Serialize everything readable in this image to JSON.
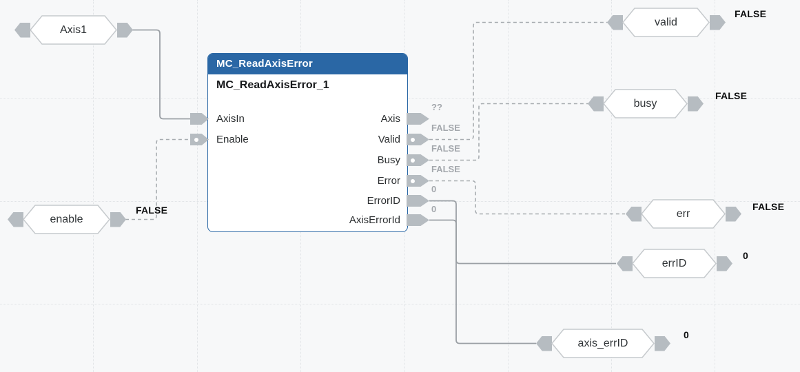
{
  "editor": {
    "language": "FBD",
    "colors": {
      "background": "#f7f8f9",
      "block_header": "#2a67a5",
      "block_border": "#2a67a5",
      "pin_gray": "#b6bcc1",
      "wire_solid": "#9ba0a5",
      "wire_dashed": "#a7acb0",
      "pin_value_gray": "#a4a8ad",
      "watch_value_black": "#0e0f10"
    }
  },
  "block": {
    "type_name": "MC_ReadAxisError",
    "instance_name": "MC_ReadAxisError_1",
    "inputs": [
      {
        "name": "AxisIn"
      },
      {
        "name": "Enable"
      }
    ],
    "outputs": [
      {
        "name": "Axis",
        "value": "??"
      },
      {
        "name": "Valid",
        "value": "FALSE"
      },
      {
        "name": "Busy",
        "value": "FALSE"
      },
      {
        "name": "Error",
        "value": "FALSE"
      },
      {
        "name": "ErrorID",
        "value": "0"
      },
      {
        "name": "AxisErrorId",
        "value": "0"
      }
    ]
  },
  "tags": [
    {
      "label": "Axis1"
    },
    {
      "label": "enable",
      "value": "FALSE"
    },
    {
      "label": "valid",
      "value": "FALSE"
    },
    {
      "label": "busy",
      "value": "FALSE"
    },
    {
      "label": "err",
      "value": "FALSE"
    },
    {
      "label": "errID",
      "value": "0"
    },
    {
      "label": "axis_errID",
      "value": "0"
    }
  ]
}
